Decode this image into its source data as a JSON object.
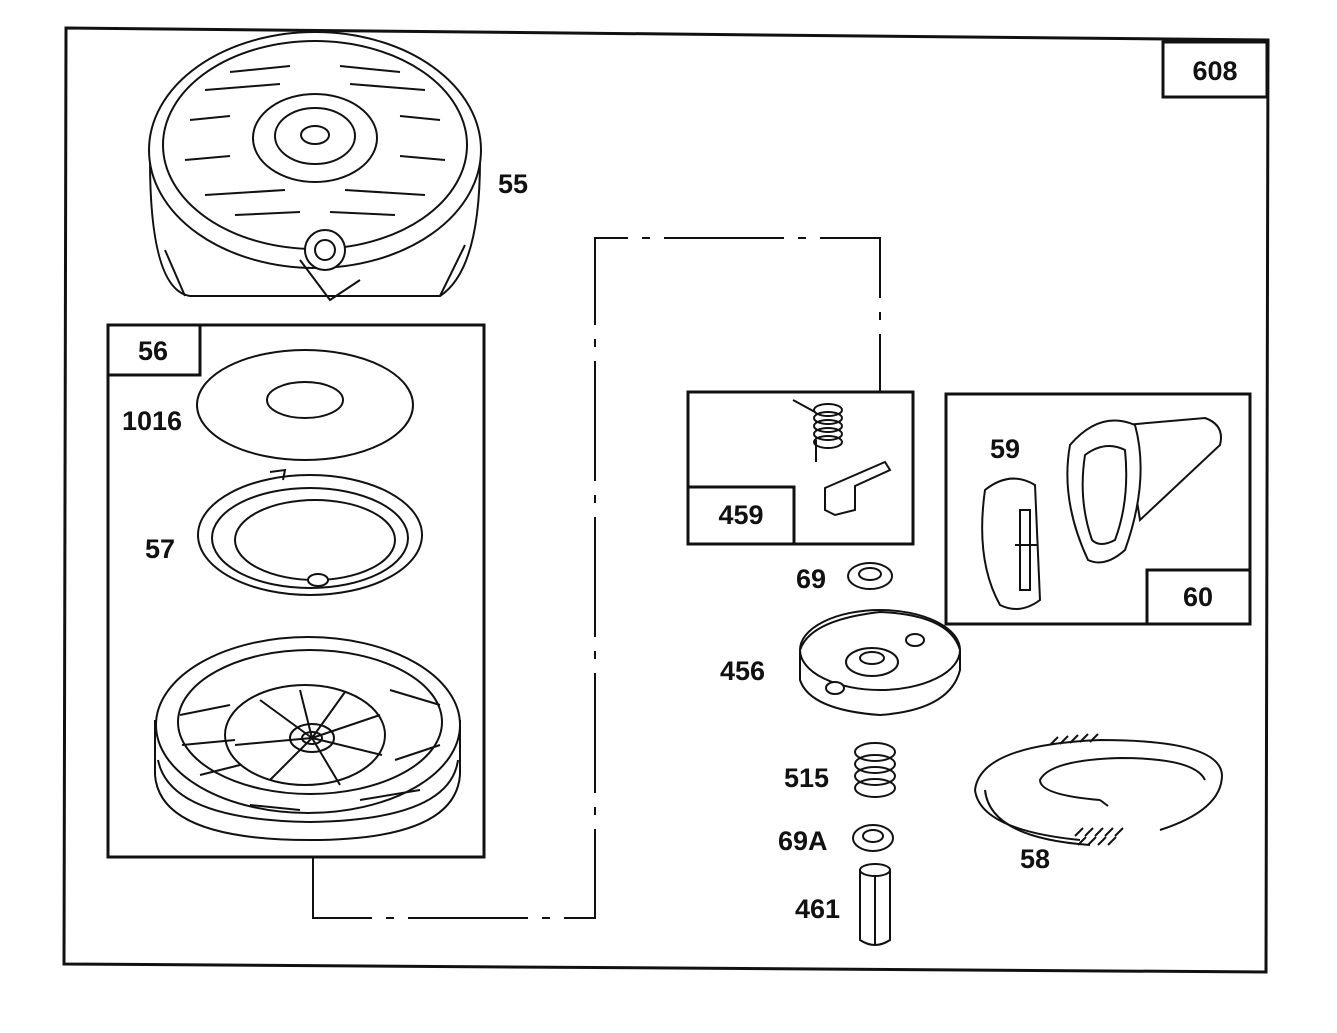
{
  "diagram": {
    "main_callout": "608",
    "labels": {
      "p55": "55",
      "p56": "56",
      "p1016": "1016",
      "p57": "57",
      "p459": "459",
      "p59": "59",
      "p60": "60",
      "p69": "69",
      "p456": "456",
      "p515": "515",
      "p69A": "69A",
      "p461": "461",
      "p58": "58"
    }
  }
}
